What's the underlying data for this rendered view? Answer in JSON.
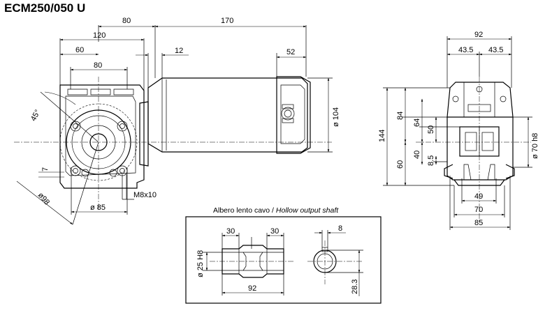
{
  "title": "ECM250/050 U",
  "section": {
    "caption_it": "Albero lento cavo / ",
    "caption_en": "Hollow output shaft"
  },
  "dims": {
    "d80_top": "80",
    "d170": "170",
    "d120": "120",
    "d60": "60",
    "d12": "12",
    "d52": "52",
    "d80_inner": "80",
    "angle45": "45°",
    "d104": "ø 104",
    "d7": "7",
    "d98": "ø98",
    "d85_dia": "ø 85",
    "m8": "M8x10",
    "d92_side": "92",
    "d43_5_left": "43.5",
    "d43_5_right": "43.5",
    "d144": "144",
    "d84": "84",
    "d64": "64",
    "d50": "50",
    "d60_side": "60",
    "d40": "40",
    "d8_5": "8.5",
    "d70h8": "ø 70 h8",
    "d49": "49",
    "d70": "70",
    "d85": "85",
    "s30_left": "30",
    "s30_right": "30",
    "s8": "8",
    "s25h8": "ø 25 H8",
    "s92": "92",
    "s28_3": "28.3"
  }
}
